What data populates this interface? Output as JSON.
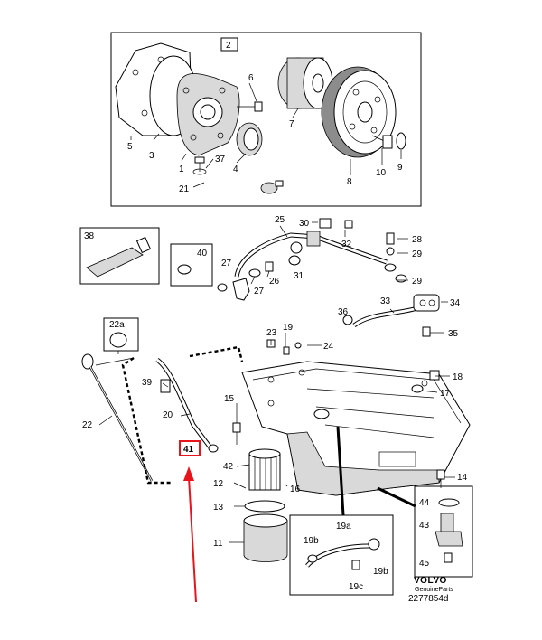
{
  "labels": {
    "p1": "1",
    "p2": "2",
    "p3": "3",
    "p4": "4",
    "p5": "5",
    "p6": "6",
    "p7": "7",
    "p8": "8",
    "p9": "9",
    "p10": "10",
    "p11": "11",
    "p12": "12",
    "p13": "13",
    "p14": "14",
    "p15": "15",
    "p16": "16",
    "p17": "17",
    "p18": "18",
    "p19": "19",
    "p19a": "19a",
    "p19b_left": "19b",
    "p19b_right": "19b",
    "p19c": "19c",
    "p20": "20",
    "p21": "21",
    "p22": "22",
    "p22a": "22a",
    "p23": "23",
    "p24": "24",
    "p25": "25",
    "p26": "26",
    "p27a": "27",
    "p27b": "27",
    "p28": "28",
    "p29a": "29",
    "p29b": "29",
    "p30": "30",
    "p31": "31",
    "p32": "32",
    "p33": "33",
    "p34": "34",
    "p35": "35",
    "p36": "36",
    "p37": "37",
    "p38": "38",
    "p39": "39",
    "p40": "40",
    "p41": "41",
    "p42": "42",
    "p43": "43",
    "p44": "44",
    "p45": "45"
  },
  "brand": {
    "name": "VOLVO",
    "subtitle": "GenuineParts",
    "code": "2277854d"
  },
  "highlight": {
    "label_key": "p41",
    "color": "#e8141c"
  }
}
